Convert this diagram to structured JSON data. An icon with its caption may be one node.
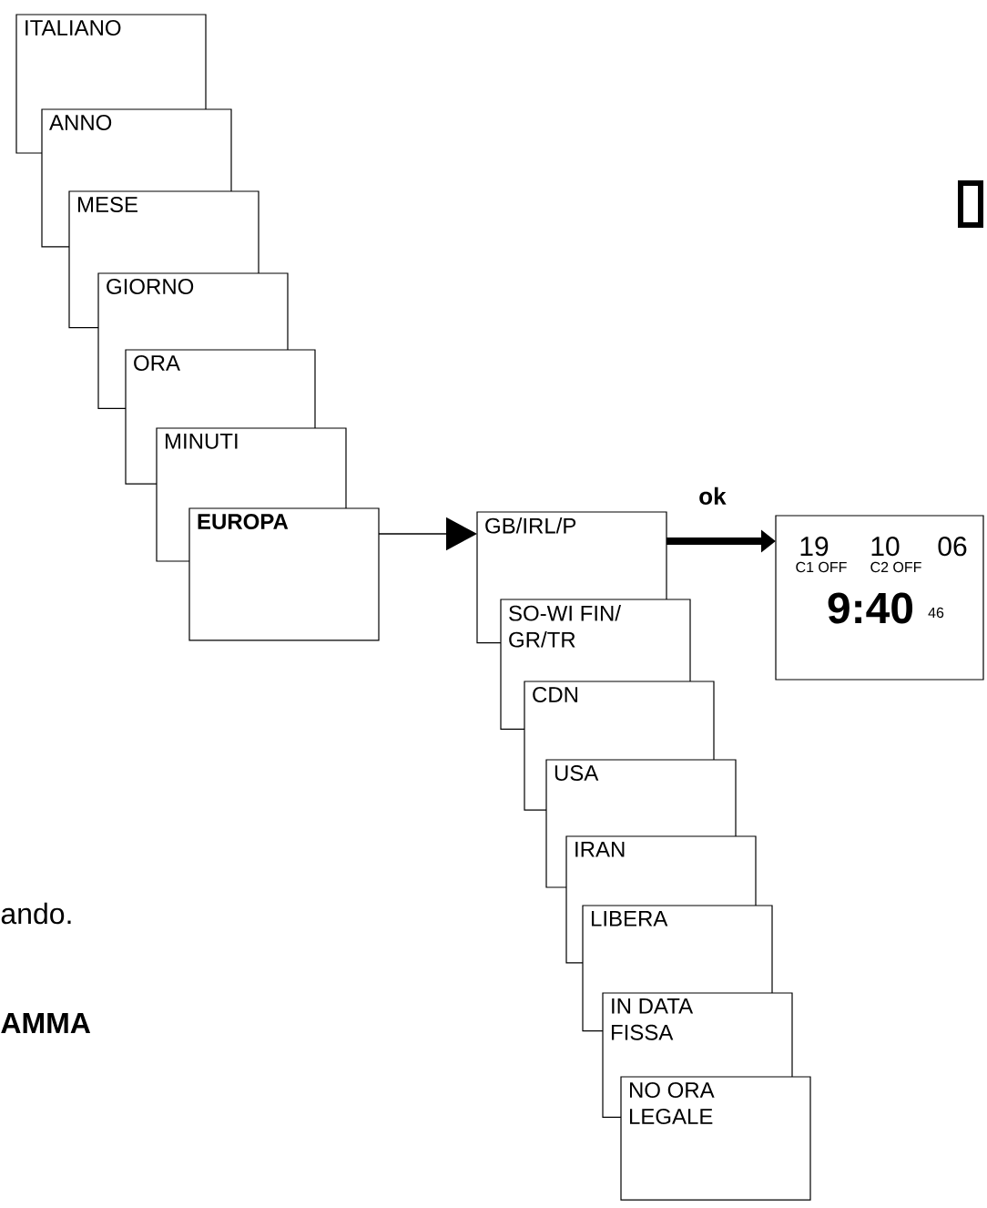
{
  "diagram": {
    "nodes": [
      {
        "text": [
          "ITALIANO"
        ]
      },
      {
        "text": [
          "ANNO"
        ]
      },
      {
        "text": [
          "MESE"
        ]
      },
      {
        "text": [
          "GIORNO"
        ]
      },
      {
        "text": [
          "ORA"
        ]
      },
      {
        "text": [
          "MINUTI"
        ]
      },
      {
        "text": [
          "EUROPA"
        ]
      },
      {
        "text": [
          "GB/IRL/P"
        ]
      },
      {
        "text": [
          "SO-WI FIN/ GR/TR"
        ]
      },
      {
        "text": [
          "CDN"
        ]
      },
      {
        "text": [
          "USA"
        ]
      },
      {
        "text": [
          "IRAN"
        ]
      },
      {
        "text": [
          "LIBERA"
        ]
      },
      {
        "text": [
          "IN DATA FISSA"
        ]
      },
      {
        "text": [
          "NO ORA LEGALE"
        ]
      },
      {
        "text": [
          "19",
          "10",
          "06",
          "C1 OFF",
          "C2 OFF",
          "9:40",
          "46"
        ]
      }
    ],
    "edges": [
      {
        "from": 6,
        "to": 7,
        "arrow": "to"
      },
      {
        "from": 7,
        "to": 15,
        "arrow": "to",
        "label": "ok",
        "style": "thick"
      }
    ],
    "labels": [
      "ando.",
      "AMMA"
    ]
  }
}
